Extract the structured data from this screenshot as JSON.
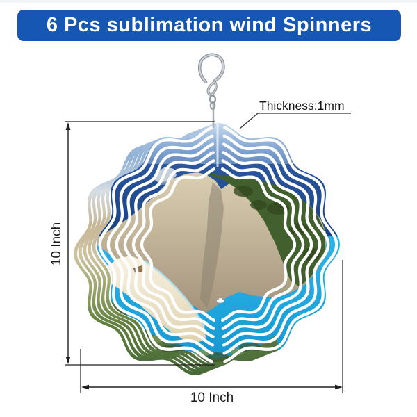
{
  "banner": {
    "label": "6 Pcs sublimation wind Spinners"
  },
  "annotations": {
    "thickness": "Thickness:1mm",
    "height": "10 Inch",
    "width": "10 Inch"
  },
  "colors": {
    "banner_bg": "#1557b2",
    "banner_text": "#ffffff",
    "annotation_ink": "#1f1f1f",
    "ring_line": "#ffffff",
    "sky_top": "#d3e3f3",
    "sky_bottom": "#5c82b8",
    "sea": "#2b569e",
    "lagoon": "#1fa6dd",
    "cliff": "#c9bb9d",
    "forest": "#42602e",
    "beach": "#f2e9d4",
    "bottom_green": "#55713d",
    "hook_metal": "#9aa0a6"
  }
}
